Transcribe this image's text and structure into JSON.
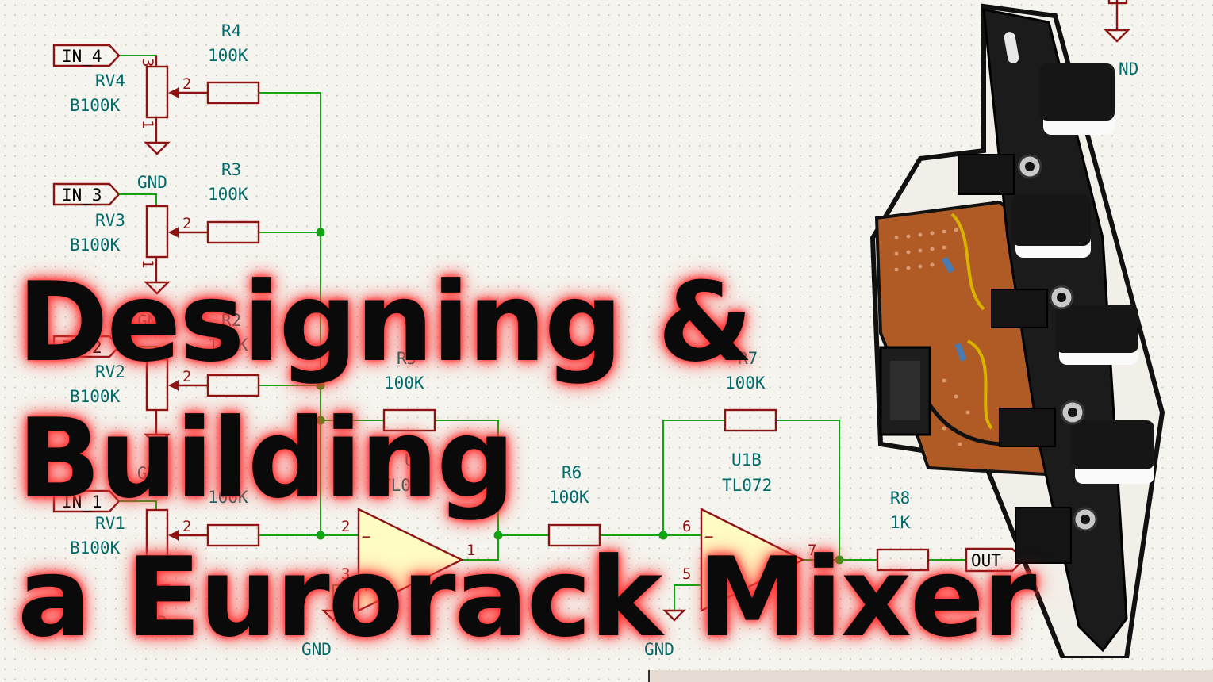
{
  "title": {
    "line1": "Designing &",
    "line2": "Building",
    "line3": "a Eurorack Mixer"
  },
  "schematic": {
    "inputs": [
      {
        "port": "IN_4",
        "pot_ref": "RV4",
        "pot_val": "B100K",
        "res_ref": "R4",
        "res_val": "100K"
      },
      {
        "port": "IN_3",
        "pot_ref": "RV3",
        "pot_val": "B100K",
        "res_ref": "R3",
        "res_val": "100K"
      },
      {
        "port": "IN_2",
        "pot_ref": "RV2",
        "pot_val": "B100K",
        "res_ref": "R2",
        "res_val": "100K"
      },
      {
        "port": "IN_1",
        "pot_ref": "RV1",
        "pot_val": "B100K",
        "res_ref": "R1",
        "res_val": "100K"
      }
    ],
    "gnd": "GND",
    "partial_gnd": "ND",
    "pins": {
      "p1": "1",
      "p2": "2",
      "p3": "3",
      "p5": "5",
      "p6": "6",
      "p7": "7"
    },
    "r5": {
      "ref": "R5",
      "val": "100K"
    },
    "u1a": {
      "ref": "U1",
      "val": "TL072"
    },
    "r6": {
      "ref": "R6",
      "val": "100K"
    },
    "r7": {
      "ref": "R7",
      "val": "100K"
    },
    "u1b": {
      "ref": "U1B",
      "val": "TL072"
    },
    "r8": {
      "ref": "R8",
      "val": "1K"
    },
    "out": "OUT",
    "signs": {
      "minus": "−",
      "plus": "+"
    }
  },
  "colors": {
    "wire": "#14a314",
    "component": "#8e1414",
    "label": "#006b6b",
    "opamp_fill": "#fffcc4",
    "title_glow": "#ff2a2a"
  }
}
